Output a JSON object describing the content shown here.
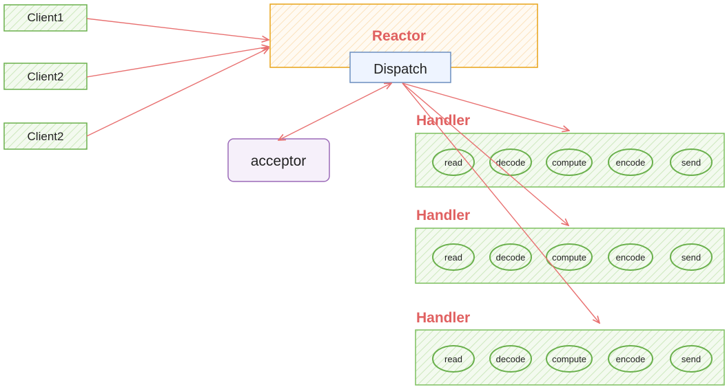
{
  "diagram": {
    "clients": [
      "Client1",
      "Client2",
      "Client2"
    ],
    "reactor": {
      "title": "Reactor",
      "dispatch": "Dispatch"
    },
    "acceptor": "acceptor",
    "handlers": [
      {
        "title": "Handler",
        "steps": [
          "read",
          "decode",
          "compute",
          "encode",
          "send"
        ]
      },
      {
        "title": "Handler",
        "steps": [
          "read",
          "decode",
          "compute",
          "encode",
          "send"
        ]
      },
      {
        "title": "Handler",
        "steps": [
          "read",
          "decode",
          "compute",
          "encode",
          "send"
        ]
      }
    ]
  },
  "colors": {
    "client_fill": "#e8f5e0",
    "client_stroke": "#6ab04c",
    "reactor_fill": "#fff4e6",
    "reactor_stroke": "#e8a317",
    "reactor_text": "#e06060",
    "dispatch_fill": "#eef4ff",
    "dispatch_stroke": "#6c8ebf",
    "acceptor_fill": "#f6f0fa",
    "acceptor_stroke": "#9b6ab8",
    "handler_fill": "#eef8e8",
    "handler_stroke": "#7cbf5e",
    "handler_title": "#e06060",
    "arrow": "#e87070"
  }
}
